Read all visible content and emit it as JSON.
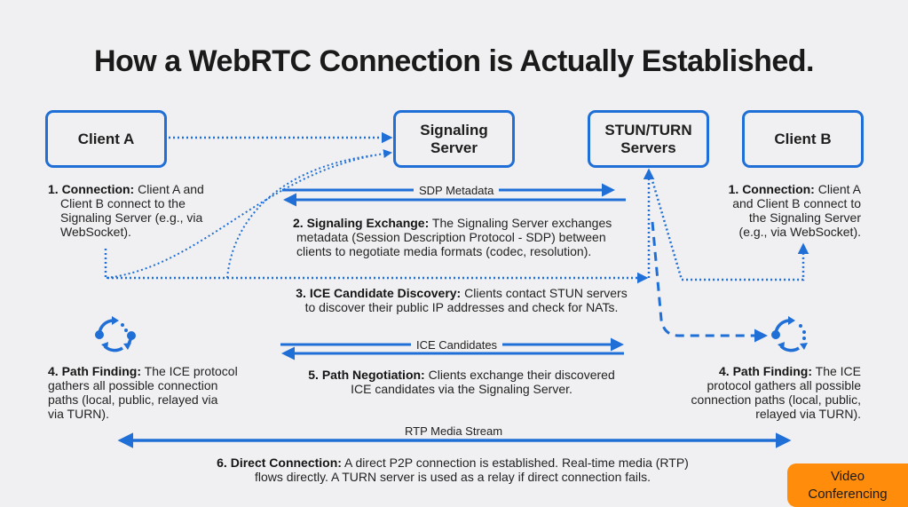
{
  "title": "How a WebRTC Connection is Actually Established.",
  "nodes": {
    "client_a": "Client A",
    "signaling_server": [
      "Signaling",
      "Server"
    ],
    "stun_turn": [
      "STUN/TURN",
      "Servers"
    ],
    "client_b": "Client B"
  },
  "flow_labels": {
    "sdp": "SDP Metadata",
    "ice": "ICE Candidates",
    "rtp": "RTP Media Stream"
  },
  "steps": {
    "s1_left": {
      "head": "1. Connection:",
      "lines": [
        " Client A and",
        "Client B connect to the",
        "Signaling Server (e.g., via",
        "WebSocket)."
      ]
    },
    "s1_right": {
      "head": "1. Connection:",
      "lines": [
        " Client A",
        "and Client B connect to",
        "the Signaling Server",
        "(e.g., via WebSocket)."
      ]
    },
    "s2": {
      "head": "2. Signaling Exchange:",
      "lines": [
        " The Signaling Server exchanges",
        "metadata (Session Description Protocol - SDP) between",
        "clients to negotiate media formats (codec, resolution)."
      ]
    },
    "s3": {
      "head": "3. ICE Candidate Discovery:",
      "lines": [
        " Clients contact STUN servers",
        "to discover their public IP addresses and check for NATs."
      ]
    },
    "s4_left": {
      "head": "4. Path Finding:",
      "lines": [
        " The ICE protocol",
        "gathers all possible connection",
        "paths (local, public, relayed via",
        "via TURN)."
      ]
    },
    "s4_right": {
      "head": "4. Path Finding:",
      "lines": [
        " The ICE",
        "protocol gathers all possible",
        "connection paths (local, public,",
        "relayed via TURN)."
      ]
    },
    "s5": {
      "head": "5. Path Negotiation:",
      "lines": [
        " Clients exchange their discovered",
        "ICE candidates via the Signaling Server."
      ]
    },
    "s6": {
      "head": "6. Direct Connection:",
      "lines": [
        " A direct P2P connection is established. Real-time media (RTP)",
        "flows directly. A TURN server is used as a relay if direct connection fails."
      ]
    }
  },
  "icons": {
    "left": "cycle-arrows-icon",
    "right": "cycle-arrows-icon"
  },
  "badge": [
    "Video",
    "Conferencing"
  ],
  "colors": {
    "accent": "#1f6fd6",
    "background": "#f0f0f2",
    "badge": "#ff8c0a",
    "text": "#1c1c1c"
  }
}
